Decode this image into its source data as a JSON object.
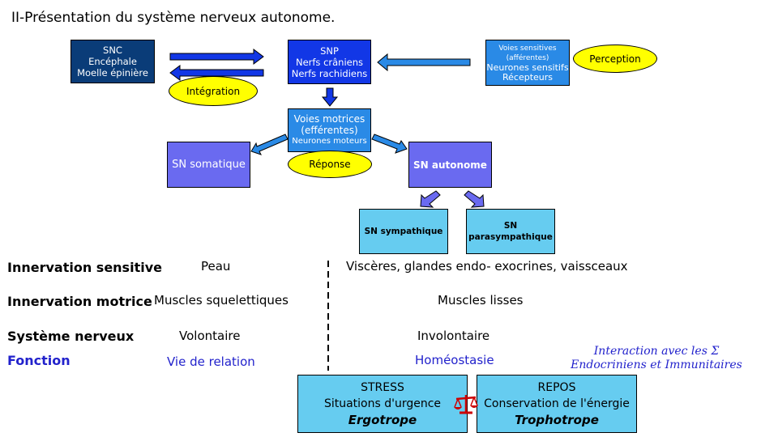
{
  "title": "II-Présentation du système nerveux autonome.",
  "snc": {
    "line1": "SNC",
    "line2": "Encéphale",
    "line3": "Moelle épinière"
  },
  "snp": {
    "line1": "SNP",
    "line2": "Nerfs crâniens",
    "line3": "Nerfs rachidiens"
  },
  "voies_sensitives": {
    "line1": "Voies sensitives",
    "line2": "(afférentes)",
    "line3": "Neurones sensitifs",
    "line4": "Récepteurs"
  },
  "perception": "Perception",
  "integration": "Intégration",
  "voies_motrices": {
    "line1": "Voies motrices",
    "line2": "(efférentes)",
    "line3": "Neurones moteurs"
  },
  "reponse": "Réponse",
  "sn_somatique": "SN somatique",
  "sn_autonome": "SN autonome",
  "sn_sympathique": "SN sympathique",
  "sn_parasympathique": {
    "line1": "SN",
    "line2": "parasympathique"
  },
  "rows": {
    "innervation_sensitive": {
      "label": "Innervation sensitive",
      "left": "Peau",
      "right": "Viscères, glandes endo- exocrines, vaissceaux"
    },
    "innervation_motrice": {
      "label": "Innervation motrice",
      "left": "Muscles squelettiques",
      "right": "Muscles lisses"
    },
    "systeme_nerveux": {
      "label": "Système nerveux",
      "left": "Volontaire",
      "right": "Involontaire"
    },
    "fonction": {
      "label": "Fonction",
      "left": "Vie de relation",
      "right": "Homéostasie"
    }
  },
  "interaction": {
    "line1": "Interaction avec les Σ",
    "line2": "Endocriniens et Immunitaires"
  },
  "stress": {
    "line1": "STRESS",
    "line2": "Situations d'urgence",
    "line3": "Ergotrope"
  },
  "repos": {
    "line1": "REPOS",
    "line2": "Conservation de l'énergie",
    "line3": "Trophotrope"
  },
  "colors": {
    "dark_box": "#0a3c78",
    "blue_box": "#1237e6",
    "mid_box": "#2a8ae6",
    "purple_box": "#6a6af0",
    "cyan_box": "#66ccf0",
    "ellipse": "#ffff00",
    "blue_text": "#2222cc",
    "balance": "#cc0000"
  },
  "icons": {
    "balance": "balance-scale-icon"
  }
}
